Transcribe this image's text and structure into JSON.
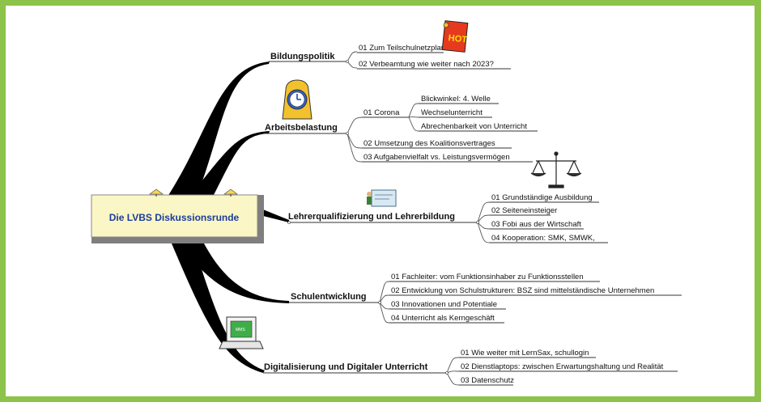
{
  "root": "Die LVBS Diskussionsrunde",
  "colors": {
    "frame": "#8dc34a",
    "root_text": "#1a3c9c",
    "root_fill": "#fbf6c5"
  },
  "branches": [
    {
      "label": "Bildungspolitik",
      "items": [
        "01 Zum Teilschulnetzplan",
        "02 Verbeamtung wie weiter nach 2023?"
      ],
      "icon": "hot-sign-icon",
      "icon_text": "HOT"
    },
    {
      "label": "Arbeitsbelastung",
      "items": [
        "01 Corona",
        "02 Umsetzung des Koalitionsvertrages",
        "03 Aufgabenvielfalt vs. Leistungsvermögen"
      ],
      "sub": [
        "Blickwinkel: 4. Welle",
        "Wechselunterricht",
        "Abrechenbarkeit von Unterricht"
      ],
      "icon": "alarm-clock-icon"
    },
    {
      "label": "Lehrerqualifizierung und Lehrerbildung",
      "items": [
        "01 Grundständige Ausbildung",
        "02 Seiteneinsteiger",
        "03 Fobi aus der Wirtschaft",
        "04 Kooperation: SMK, SMWK,"
      ],
      "icon": "teacher-board-icon",
      "icon2": "balance-scale-icon"
    },
    {
      "label": "Schulentwicklung",
      "items": [
        "01 Fachleiter: vom Funktionsinhaber zu Funktionsstellen",
        "02 Entwicklung von Schulstrukturen: BSZ sind mittelständische Unternehmen",
        "03 Innovationen und Potentiale",
        "04 Unterricht als Kerngeschäft"
      ]
    },
    {
      "label": "Digitalisierung und Digitaler Unterricht",
      "items": [
        "01 Wie weiter mit LernSax, schullogin",
        "02 Dienstlaptops: zwischen Erwartungshaltung und Realität",
        "03 Datenschutz"
      ],
      "icon": "computer-icon",
      "icon_text": "MMS"
    }
  ]
}
